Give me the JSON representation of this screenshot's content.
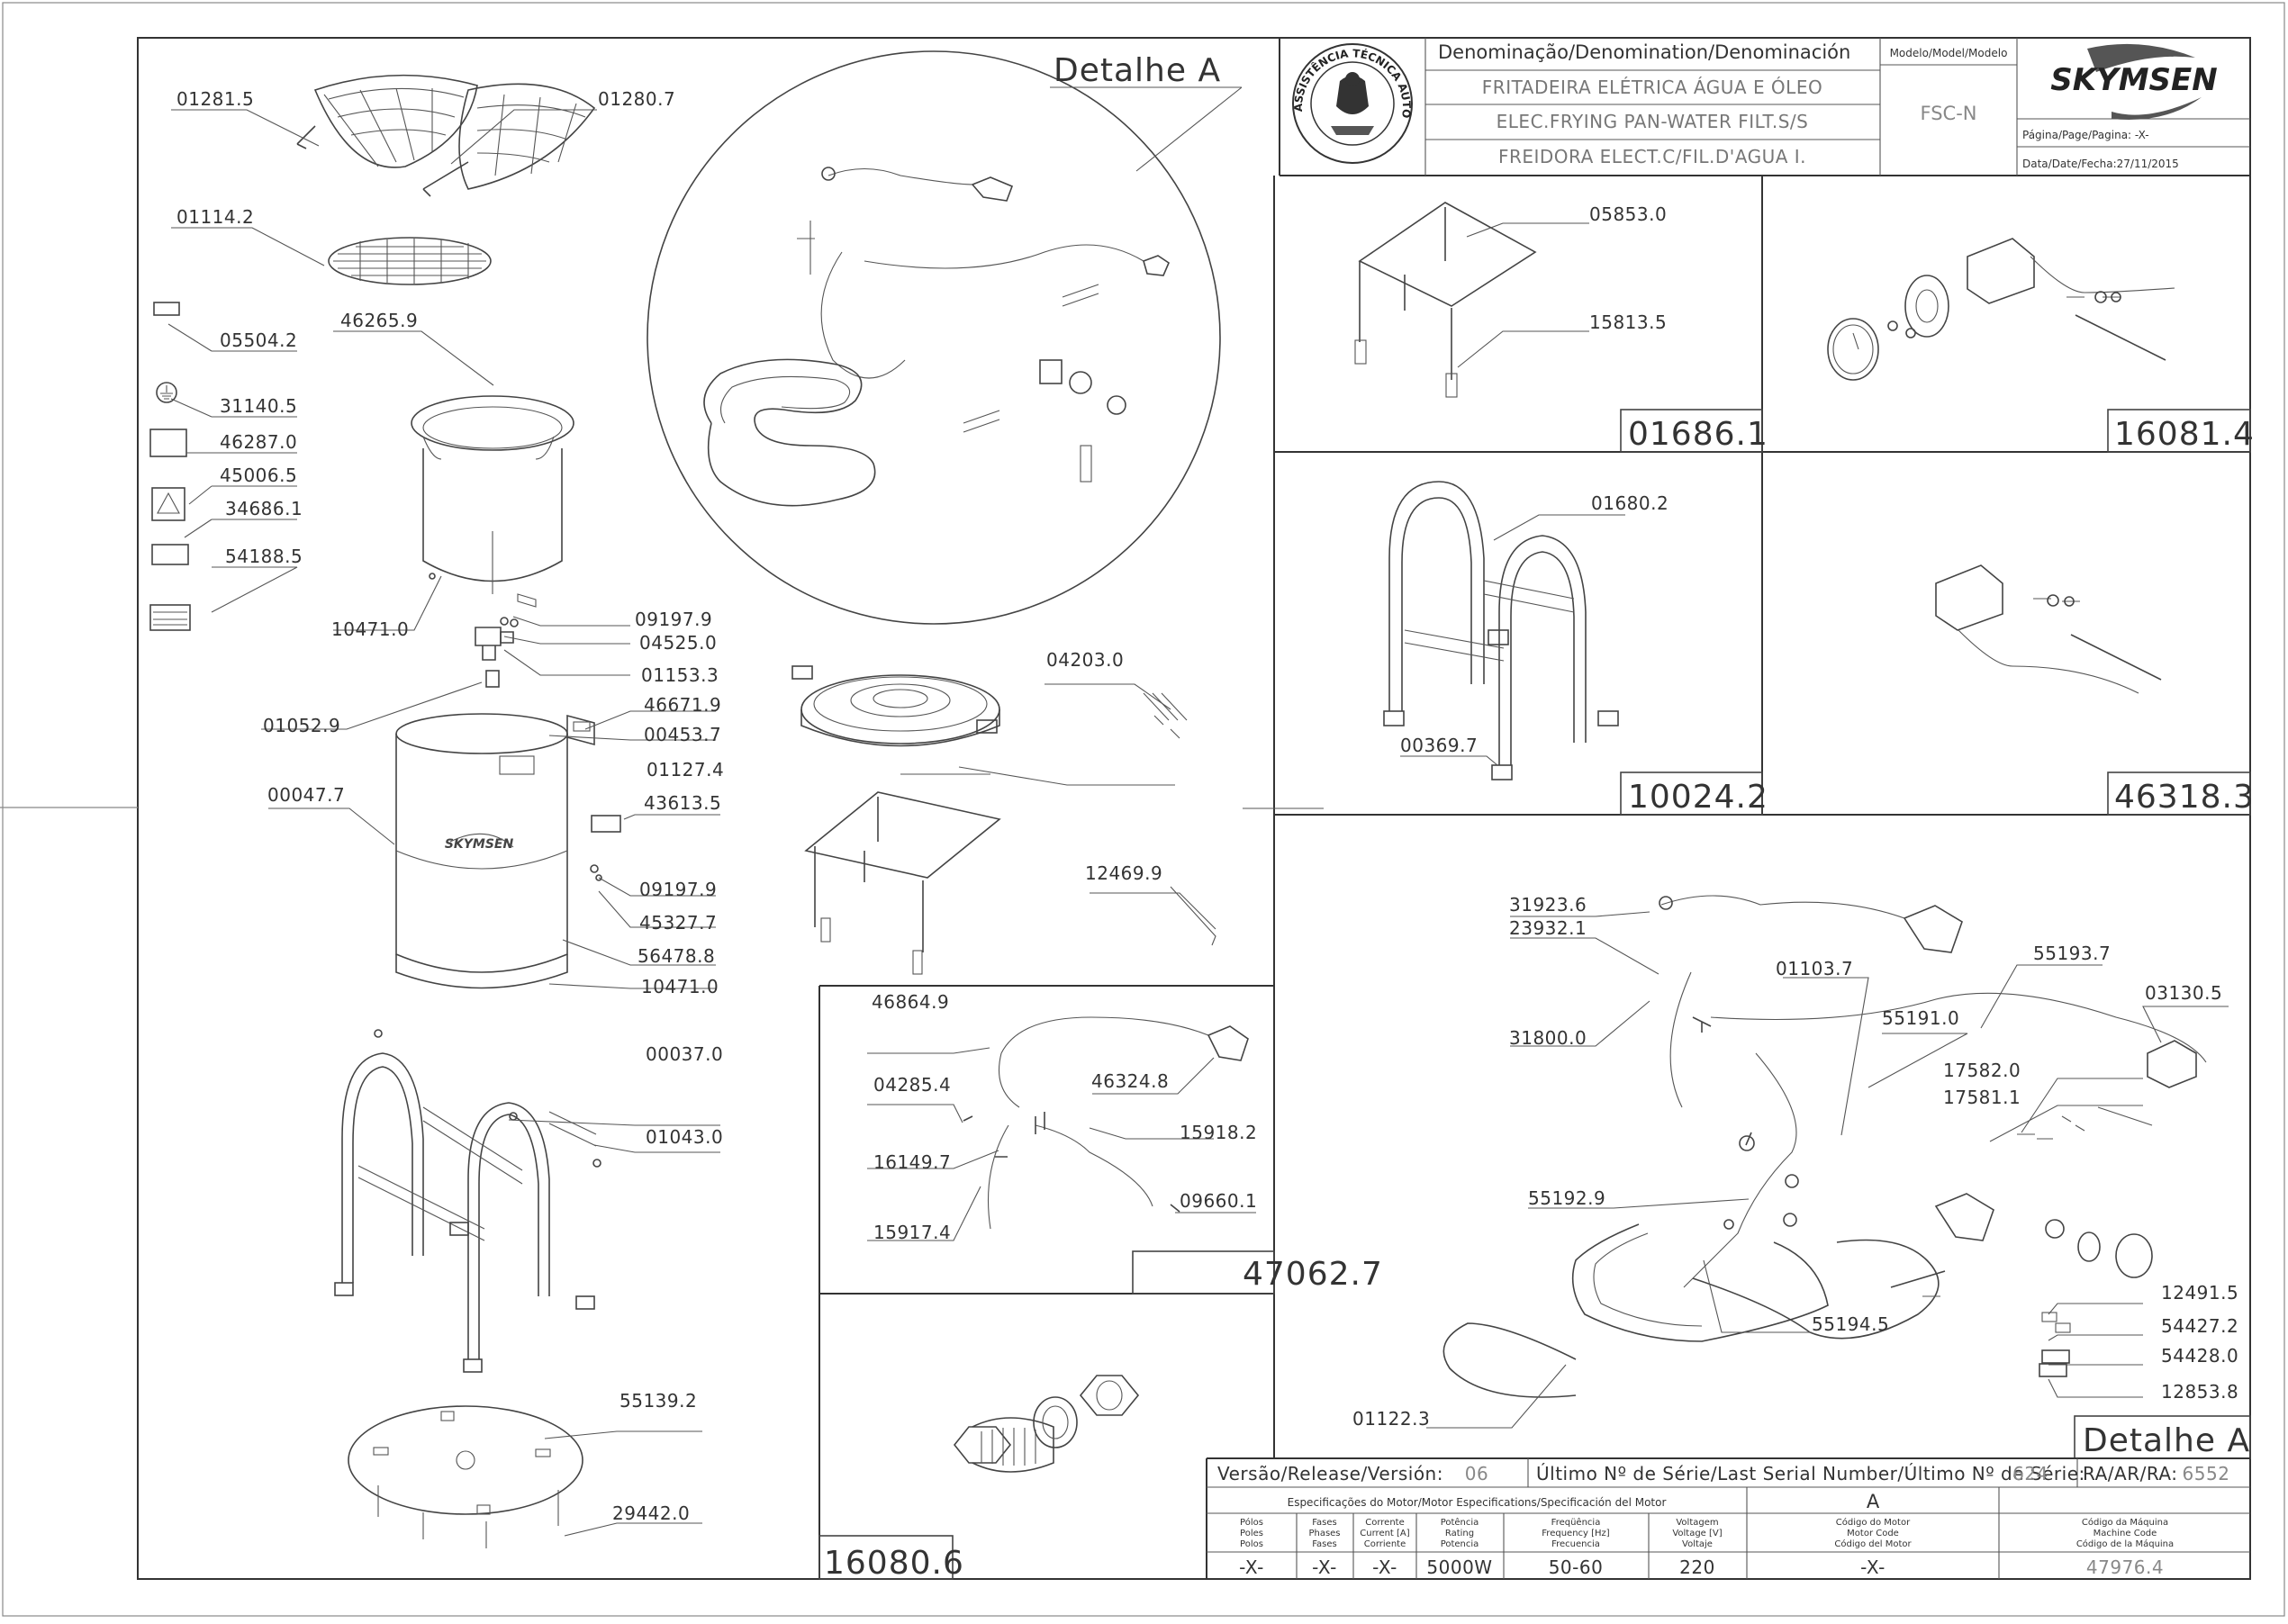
{
  "header": {
    "denomination_label": "Denominação/Denomination/Denominación",
    "model_label": "Modelo/Model/Modelo",
    "name_pt": "FRITADEIRA ELÉTRICA ÁGUA E ÓLEO",
    "name_en": "ELEC.FRYING PAN-WATER FILT.S/S",
    "name_es": "FREIDORA ELECT.C/FIL.D'AGUA I.",
    "model": "FSC-N",
    "brand": "SKYMSEN",
    "seal_text": "ASSISTÊNCIA TÉCNICA AUTORIZADA",
    "page": "Página/Page/Pagina: -X-",
    "date": "Data/Date/Fecha:27/11/2015"
  },
  "detail_title": "Detalhe A",
  "main_labels": [
    "01281.5",
    "01280.7",
    "01114.2",
    "05504.2",
    "46265.9",
    "31140.5",
    "46287.0",
    "45006.5",
    "34686.1",
    "54188.5",
    "09197.9",
    "10471.0",
    "04525.0",
    "01153.3",
    "01052.9",
    "46671.9",
    "00453.7",
    "00047.7",
    "43613.5",
    "09197.9",
    "45327.7",
    "56478.8",
    "10471.0",
    "00037.0",
    "01043.0",
    "55139.2",
    "29442.0",
    "04203.0",
    "01127.4",
    "12469.9"
  ],
  "box_47062": {
    "code": "47062.7",
    "labels": [
      "46864.9",
      "04285.4",
      "46324.8",
      "15918.2",
      "16149.7",
      "09660.1",
      "15917.4"
    ]
  },
  "box_16080": {
    "code": "16080.6"
  },
  "box_01686": {
    "code": "01686.1",
    "labels": [
      "05853.0",
      "15813.5"
    ]
  },
  "box_16081": {
    "code": "16081.4"
  },
  "box_10024": {
    "code": "10024.2",
    "labels": [
      "01680.2",
      "00369.7"
    ]
  },
  "box_46318": {
    "code": "46318.3"
  },
  "detail_box": {
    "title": "Detalhe A",
    "labels": [
      "31923.6",
      "23932.1",
      "31800.0",
      "01103.7",
      "55191.0",
      "55193.7",
      "03130.5",
      "17582.0",
      "17581.1",
      "55192.9",
      "55194.5",
      "12491.5",
      "54427.2",
      "54428.0",
      "12853.8",
      "01122.3"
    ]
  },
  "footer": {
    "version_label": "Versão/Release/Versión:",
    "version": "06",
    "serial_label": "Último Nº de Série/Last Serial Number/Último Nº de Série:",
    "serial": "624",
    "ra_label": "RA/AR/RA:",
    "ra": "6552",
    "motor_spec_label": "Especificações do Motor/Motor Especifications/Specificación del Motor",
    "motor_spec_value": "A",
    "columns": [
      {
        "h1": "Pólos",
        "h2": "Poles",
        "h3": "Polos",
        "value": "-X-"
      },
      {
        "h1": "Fases",
        "h2": "Phases",
        "h3": "Fases",
        "value": "-X-"
      },
      {
        "h1": "Corrente",
        "h2": "Current [A]",
        "h3": "Corriente",
        "value": "-X-"
      },
      {
        "h1": "Potência",
        "h2": "Rating",
        "h3": "Potencia",
        "value": "5000W"
      },
      {
        "h1": "Freqüência",
        "h2": "Frequency [Hz]",
        "h3": "Frecuencia",
        "value": "50-60"
      },
      {
        "h1": "Voltagem",
        "h2": "Voltage [V]",
        "h3": "Voltaje",
        "value": "220"
      },
      {
        "h1": "Código do Motor",
        "h2": "Motor Code",
        "h3": "Código del Motor",
        "value": "-X-"
      },
      {
        "h1": "Código da Máquina",
        "h2": "Machine Code",
        "h3": "Código de la Máquina",
        "value": "47976.4"
      }
    ]
  }
}
